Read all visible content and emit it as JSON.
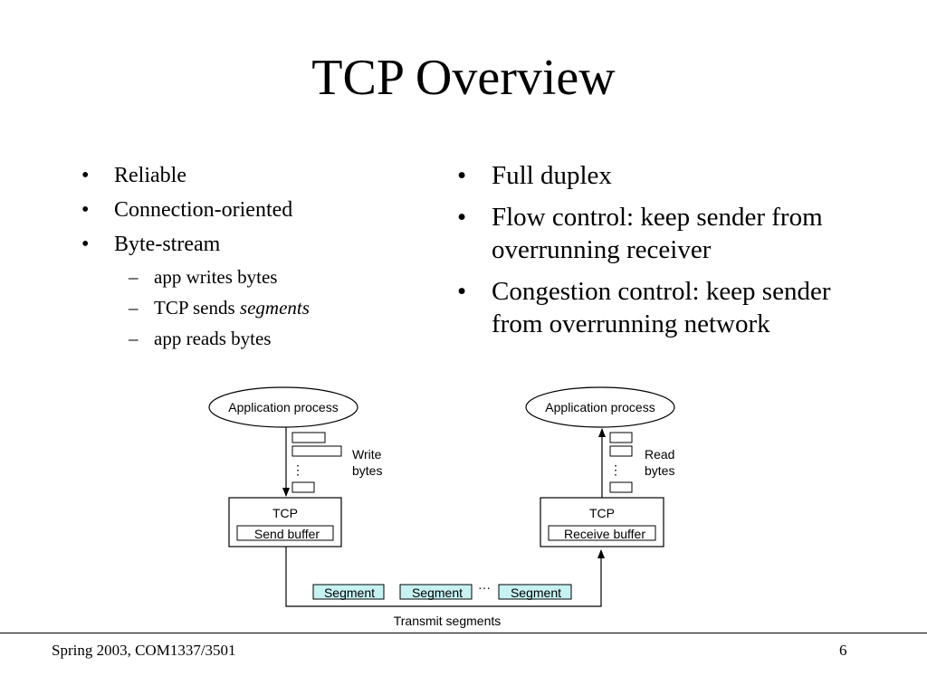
{
  "title": "TCP Overview",
  "left_bullets": [
    {
      "text": "Reliable"
    },
    {
      "text": "Connection-oriented"
    },
    {
      "text": "Byte-stream"
    }
  ],
  "left_sub_bullets": [
    {
      "text": "app writes bytes"
    },
    {
      "prefix": "TCP sends ",
      "emphasis": "segments"
    },
    {
      "text": "app reads bytes"
    }
  ],
  "right_bullets": [
    "Full duplex",
    "Flow control: keep sender from overrunning receiver",
    "Congestion control: keep sender from overrunning network"
  ],
  "diagram": {
    "sender_process": "Application process",
    "receiver_process": "Application process",
    "write_label_1": "Write",
    "write_label_2": "bytes",
    "read_label_1": "Read",
    "read_label_2": "bytes",
    "sender_tcp": "TCP",
    "receiver_tcp": "TCP",
    "send_buffer": "Send buffer",
    "receive_buffer": "Receive buffer",
    "segments": [
      "Segment",
      "Segment",
      "Segment"
    ],
    "ellipsis": "···",
    "transmit_label": "Transmit segments",
    "segment_fill": "#c6f2f2"
  },
  "footer": {
    "course": "Spring 2003, COM1337/3501",
    "page_number": "6"
  }
}
